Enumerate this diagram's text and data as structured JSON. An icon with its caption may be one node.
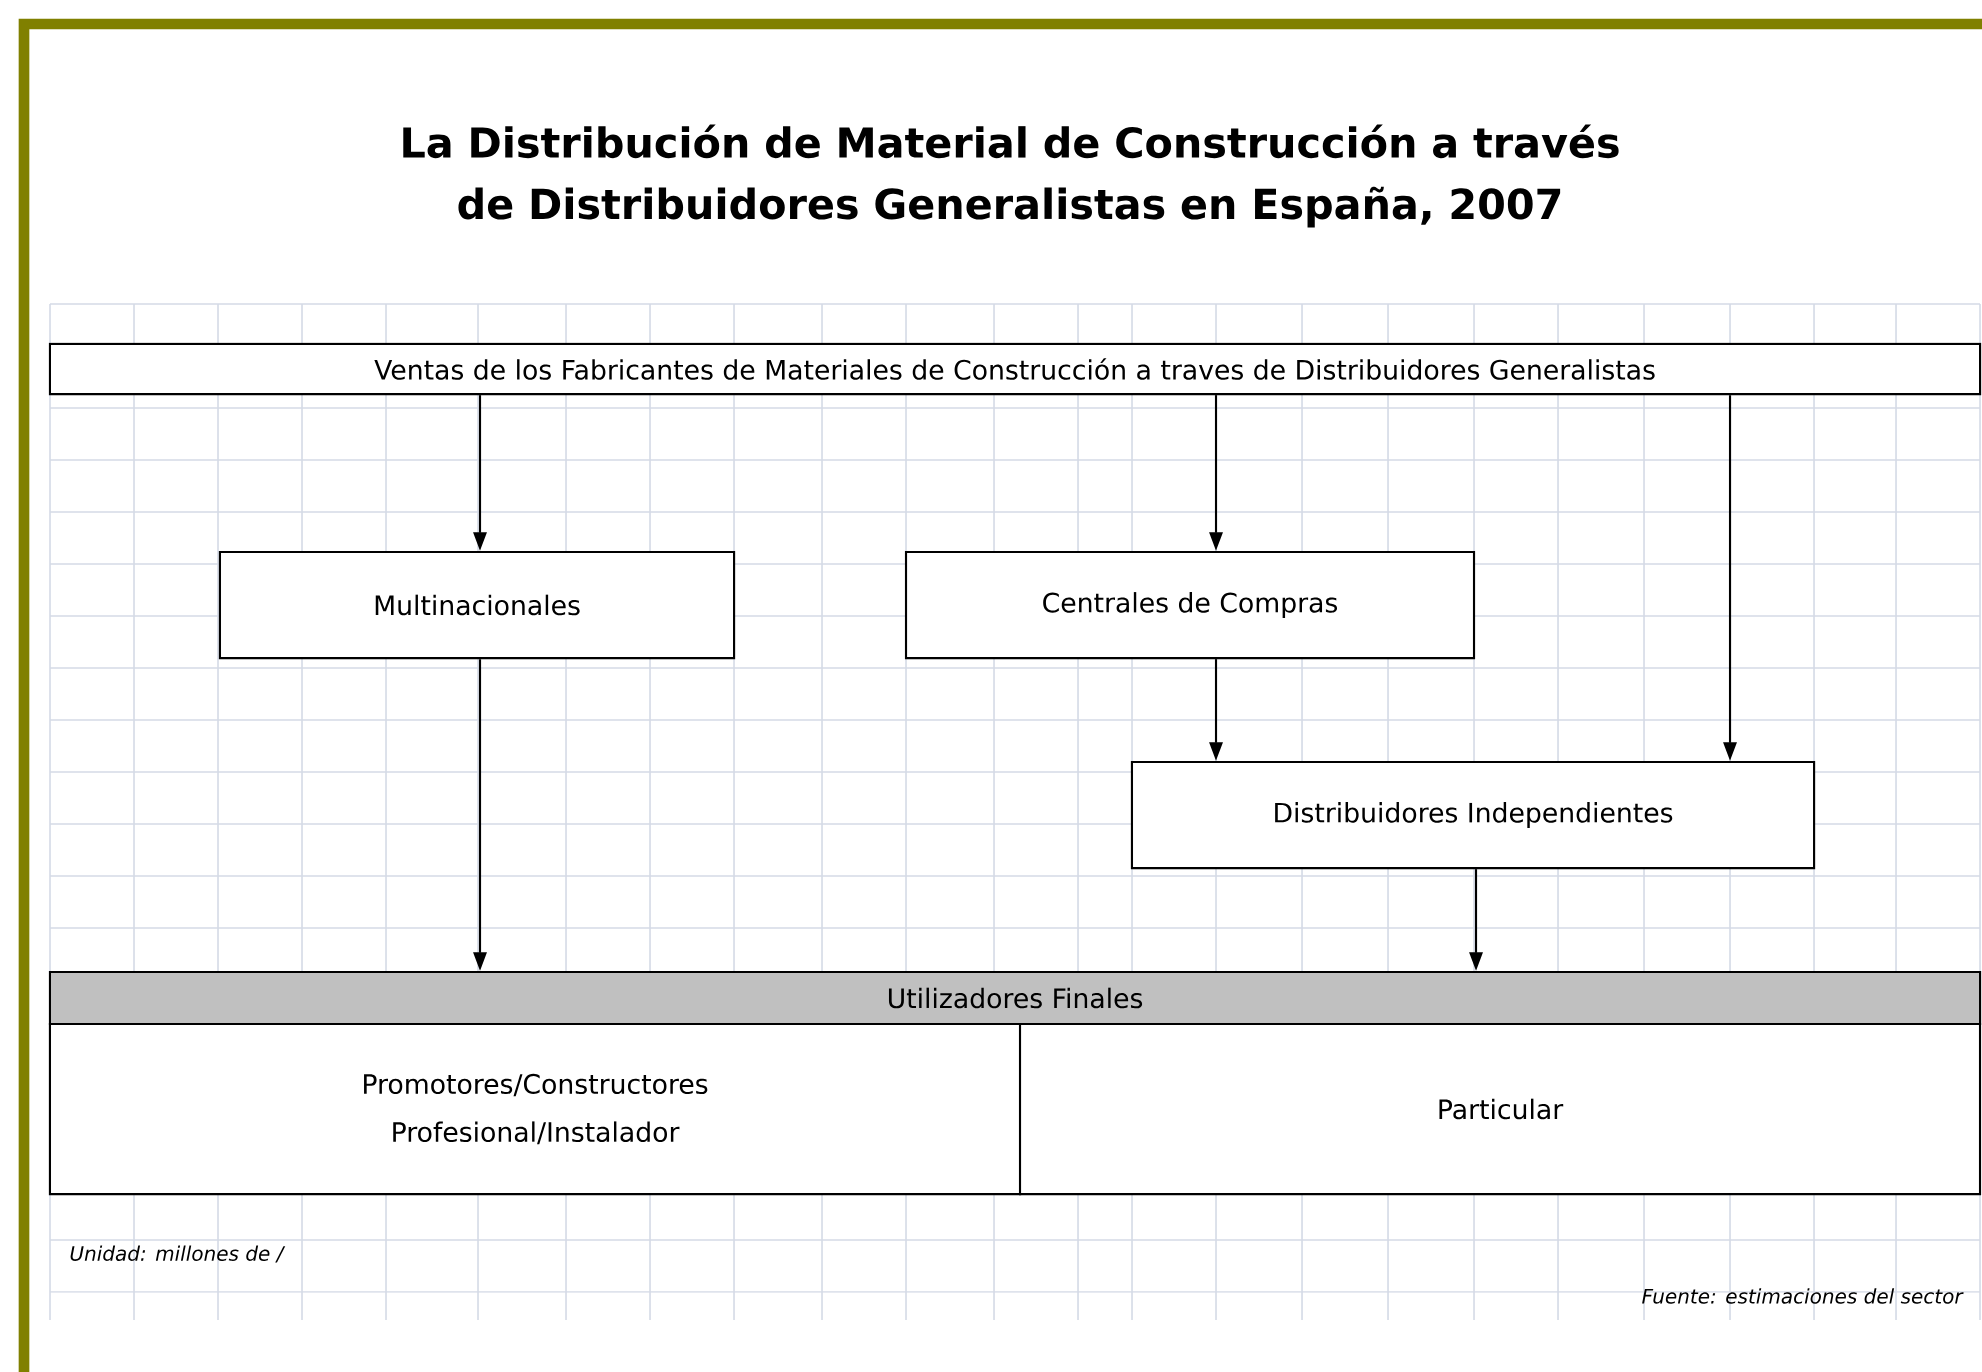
{
  "diagram": {
    "title": "La Distribución de Material de Construcción a través de Distribuidores Generalistas en España, 2007",
    "nodes": [
      {
        "text": [
          "Ventas de los Fabricantes de Materiales de Construcción a traves de Distribuidores Generalistas"
        ]
      },
      {
        "text": [
          "Multinacionales"
        ]
      },
      {
        "text": [
          "Centrales de Compras"
        ]
      },
      {
        "text": [
          "Distribuidores Independientes"
        ]
      },
      {
        "text": [
          "Utilizadores Finales"
        ]
      },
      {
        "text": [
          "Promotores/Constructores Profesional/Instalador"
        ]
      },
      {
        "text": [
          "Particular"
        ]
      }
    ],
    "edges": [
      {
        "from": 0,
        "to": 1,
        "arrow": "to"
      },
      {
        "from": 0,
        "to": 2,
        "arrow": "to"
      },
      {
        "from": 0,
        "to": 3,
        "arrow": "to"
      },
      {
        "from": 2,
        "to": 3,
        "arrow": "to"
      },
      {
        "from": 1,
        "to": 4,
        "arrow": "to"
      },
      {
        "from": 3,
        "to": 4,
        "arrow": "to"
      }
    ],
    "labels": [
      "Unidad: millones de /",
      "Fuente: estimaciones del sector"
    ]
  }
}
